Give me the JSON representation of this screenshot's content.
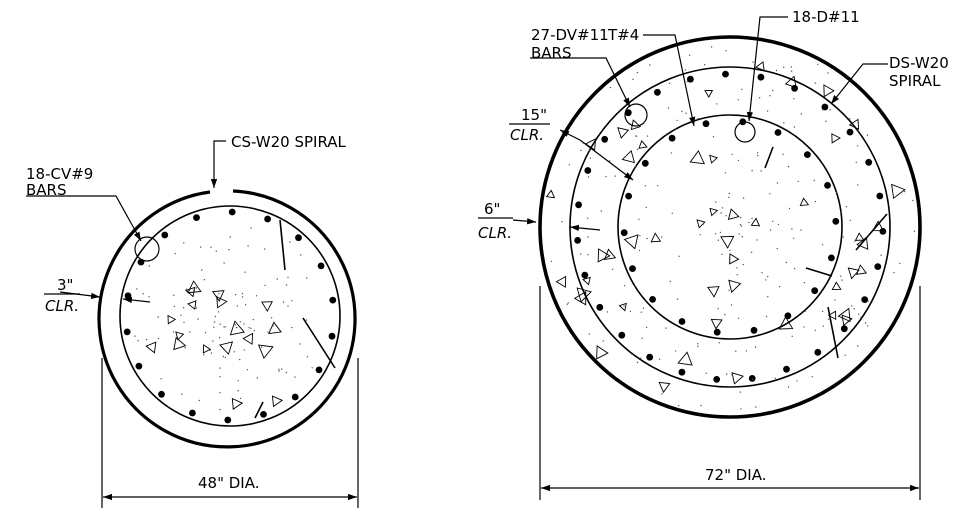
{
  "section_48": {
    "spiral_label": "CS-W20  SPIRAL",
    "bars_label_1": "18-CV#9",
    "bars_label_2": "BARS",
    "clear_label_1": "3\"",
    "clear_label_2": "CLR.",
    "diameter_label": "48\"  DIA.",
    "bar_count": 18
  },
  "section_72": {
    "outer_bars_label_1": "27-DV#11",
    "outer_bars_label_2": "BARS",
    "tie_label": "T#4",
    "inner_bars_label": "18-D#11",
    "spiral_label_1": "DS-W20",
    "spiral_label_2": "SPIRAL",
    "inner_clear_label_1": "15\"",
    "inner_clear_label_2": "CLR.",
    "outer_clear_label_1": "6\"",
    "outer_clear_label_2": "CLR.",
    "diameter_label": "72\"  DIA.",
    "outer_bar_count": 27,
    "inner_bar_count": 18
  }
}
